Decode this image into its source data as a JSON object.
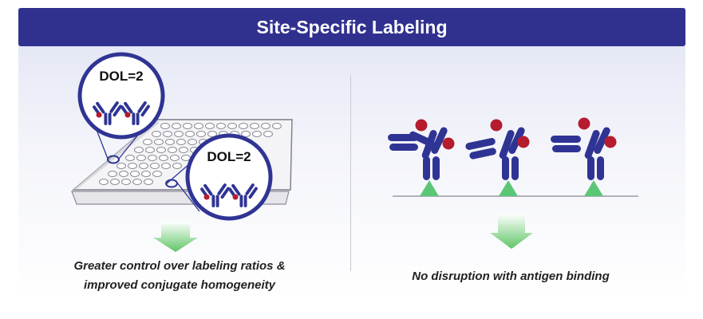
{
  "header": {
    "title": "Site-Specific Labeling"
  },
  "left": {
    "zoom_top_label": "DOL=2",
    "zoom_bottom_label": "DOL=2",
    "caption_line1": "Greater control over labeling ratios &",
    "caption_line2": "improved conjugate homogeneity"
  },
  "right": {
    "caption": "No disruption with antigen binding"
  },
  "colors": {
    "header": "#30318e",
    "antibody": "#2f3494",
    "label_dot": "#b51c2e",
    "antigen": "#5cc677",
    "arrow": "#7fd07f"
  }
}
